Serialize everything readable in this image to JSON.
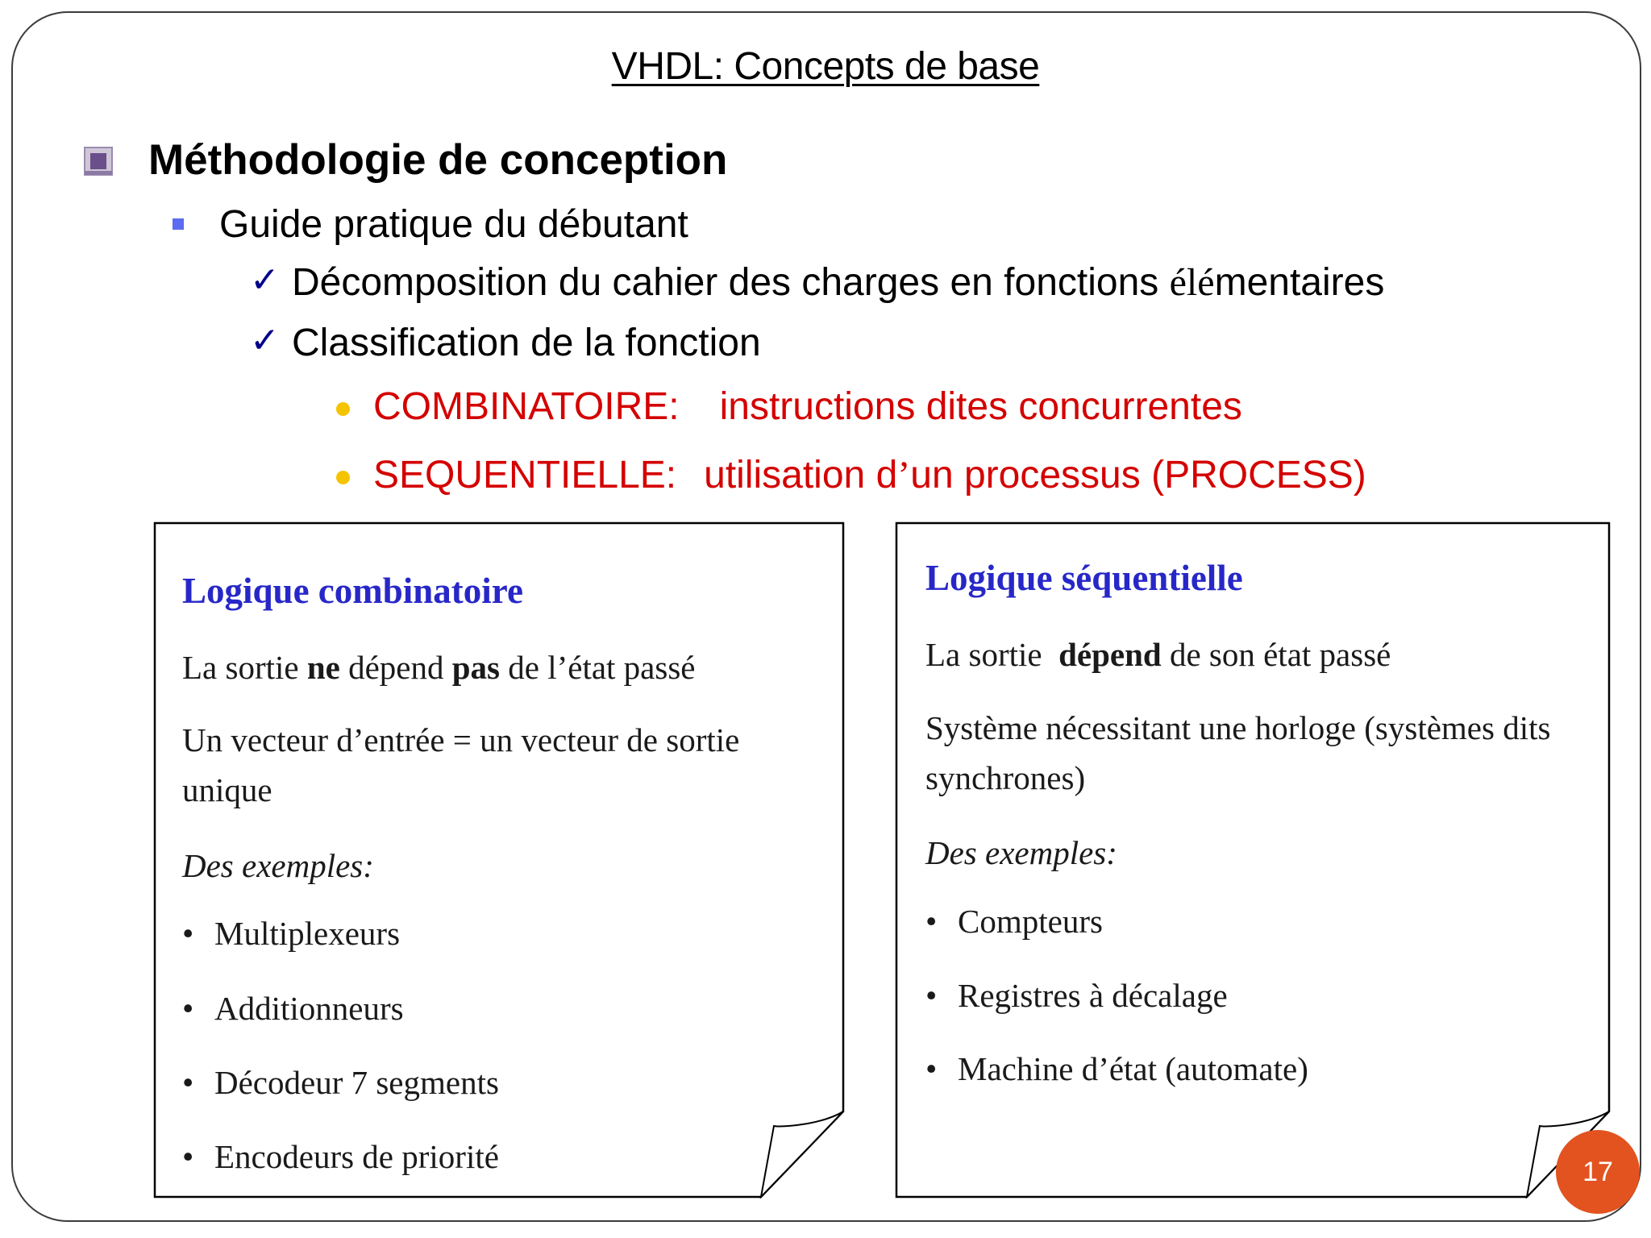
{
  "slide": {
    "title": "VHDL: Concepts de base",
    "heading": "Méthodologie de conception",
    "sub_heading": "Guide pratique du débutant",
    "checks": [
      {
        "before": "Décomposition du cahier des charges en fonctions ",
        "serif": "élé",
        "after": "mentaires"
      },
      {
        "before": "Classification de la fonction",
        "serif": "",
        "after": ""
      }
    ],
    "types": [
      {
        "label": "COMBINATOIRE:",
        "desc": "instructions dites concurrentes"
      },
      {
        "label": "SEQUENTIELLE:",
        "desc_before": "utilisation d",
        "desc_apos": "’",
        "desc_after": "un processus (PROCESS)"
      }
    ],
    "page_number": "17"
  },
  "left_card": {
    "title": "Logique combinatoire",
    "line1": {
      "a": "La sortie ",
      "b1": "ne",
      "c": " dépend ",
      "b2": "pas",
      "d": " de l’état passé"
    },
    "line2": "Un vecteur d’entrée = un vecteur de sortie unique",
    "examples_label": "Des exemples:",
    "items": [
      "Multiplexeurs",
      "Additionneurs",
      "Décodeur 7 segments",
      "Encodeurs de priorité"
    ]
  },
  "right_card": {
    "title": "Logique séquentielle",
    "line1": {
      "a": "La sortie  ",
      "b": "dépend",
      "c": " de son état passé"
    },
    "line2": "Système nécessitant une horloge (systèmes dits synchrones)",
    "examples_label": "Des exemples:",
    "items": [
      "Compteurs",
      "Registres à décalage",
      "Machine d’état (automate)"
    ]
  },
  "colors": {
    "accent_red": "#d40000",
    "card_title_blue": "#2727c8",
    "page_badge": "#e2531f",
    "bullet_yellow": "#f5c400",
    "check_blue": "#00008b"
  },
  "icons": [
    "framed-square-bullet-icon",
    "small-square-bullet-icon",
    "checkmark-icon",
    "dot-bullet-icon"
  ]
}
